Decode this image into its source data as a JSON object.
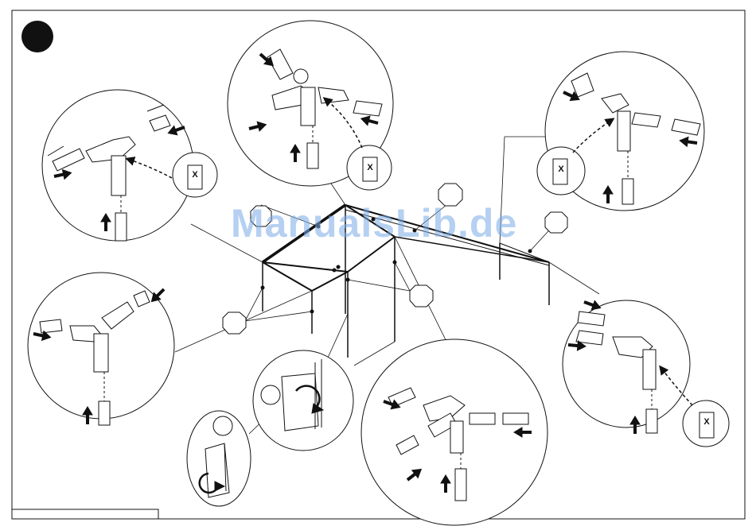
{
  "watermark": {
    "text": "ManualsLib.de"
  },
  "detail_labels": {
    "marker": "X"
  },
  "colors": {
    "line": "#111111",
    "paper": "#ffffff",
    "watermark": "#78aae6"
  },
  "icons": [
    "step-number-badge",
    "arrow-icon",
    "rotate-arrow-icon",
    "octagon-icon",
    "circle-icon"
  ]
}
